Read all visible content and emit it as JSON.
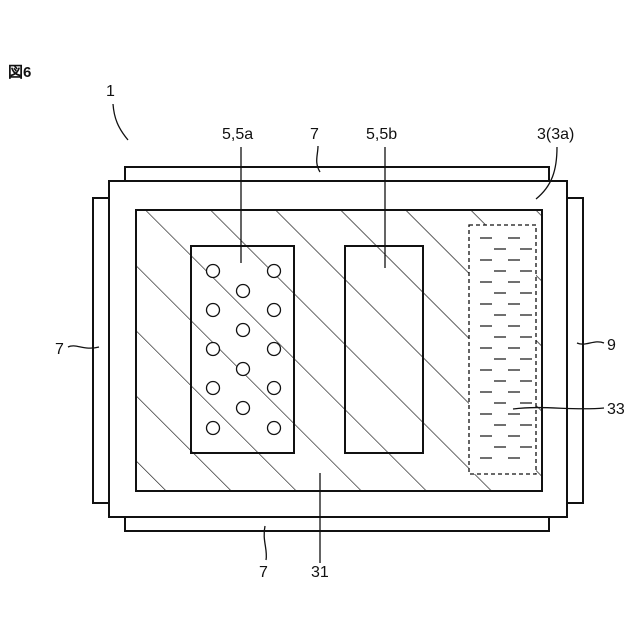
{
  "figure_label": "図6",
  "labels": {
    "device": "1",
    "circuit_a": "5,5a",
    "circuit_b": "5,5b",
    "terminal_top": "7",
    "terminal_left": "7",
    "terminal_bottom": "7",
    "board": "3(3a)",
    "terminal_right": "9",
    "liquid_region": "33",
    "hatched_region": "31"
  }
}
